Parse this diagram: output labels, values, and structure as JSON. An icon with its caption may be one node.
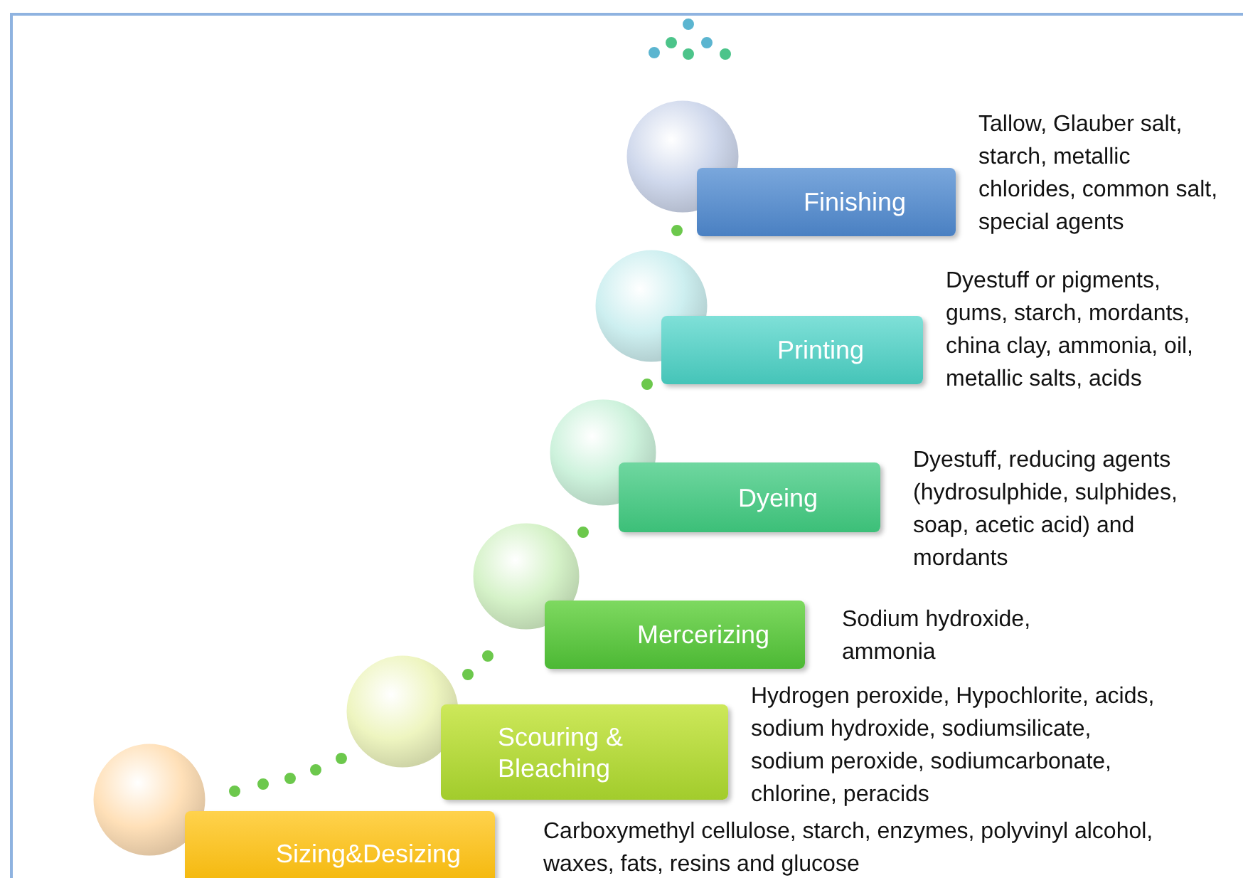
{
  "diagram": {
    "nodes": [
      {
        "text": [
          "Sizing&Desizing"
        ]
      },
      {
        "text": [
          "Scouring & Bleaching"
        ],
        "beside": [
          "Hydrogen peroxide, Hypochlorite, acids, sodium hydroxide, sodiumsilicate, sodium peroxide, sodiumcarbonate, chlorine, peracids"
        ]
      },
      {
        "text": [
          "Mercerizing"
        ],
        "beside": [
          "Sodium hydroxide, ammonia"
        ]
      },
      {
        "text": [
          "Dyeing"
        ],
        "beside": [
          "Dyestuff, reducing agents (hydrosulphide, sulphides, soap, acetic acid) and mordants"
        ]
      },
      {
        "text": [
          "Printing"
        ],
        "beside": [
          "Dyestuff or pigments, gums, starch, mordants, china clay, ammonia, oil, metallic salts, acids"
        ]
      },
      {
        "text": [
          "Finishing"
        ],
        "beside": [
          "Tallow, Glauber salt, starch, metallic chlorides, common salt, special agents"
        ]
      }
    ],
    "labels": [
      "Carboxymethyl cellulose, starch, enzymes, polyvinyl alcohol, waxes, fats, resins and glucose"
    ]
  }
}
